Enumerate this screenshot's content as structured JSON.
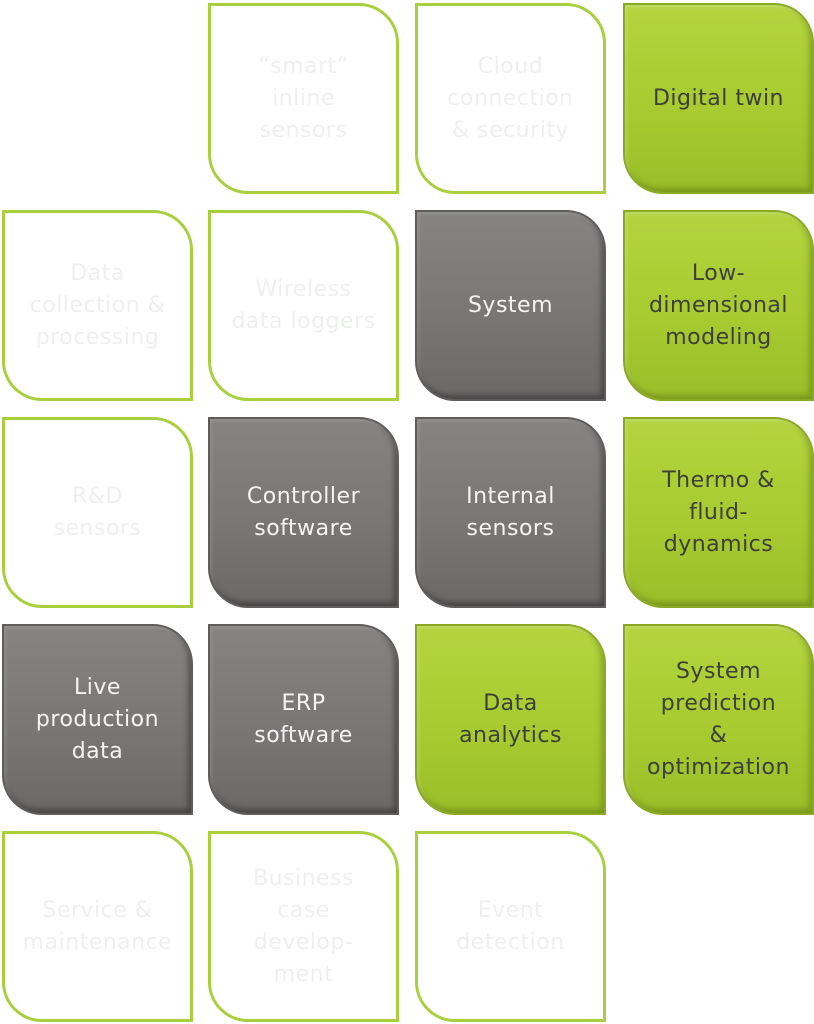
{
  "colors": {
    "accent_green": "#a8cf3e",
    "dark_gray": "#7a7777",
    "faint_text": "#eef0ee"
  },
  "tiles": [
    {
      "id": "smart-inline-sensors",
      "label": "“smart”\ninline\nsensors",
      "style": "outline"
    },
    {
      "id": "cloud-connection-security",
      "label": "Cloud\nconnection\n& security",
      "style": "outline"
    },
    {
      "id": "digital-twin",
      "label": "Digital twin",
      "style": "green"
    },
    {
      "id": "data-collection-processing",
      "label": "Data\ncollection &\nprocessing",
      "style": "outline"
    },
    {
      "id": "wireless-data-loggers",
      "label": "Wireless\ndata loggers",
      "style": "outline"
    },
    {
      "id": "system",
      "label": "System",
      "style": "gray"
    },
    {
      "id": "low-dimensional-modeling",
      "label": "Low-\ndimensional\nmodeling",
      "style": "green"
    },
    {
      "id": "rd-sensors",
      "label": "R&D\nsensors",
      "style": "outline"
    },
    {
      "id": "controller-software",
      "label": "Controller\nsoftware",
      "style": "gray"
    },
    {
      "id": "internal-sensors",
      "label": "Internal\nsensors",
      "style": "gray"
    },
    {
      "id": "thermo-fluid-dynamics",
      "label": "Thermo &\nfluid-\ndynamics",
      "style": "green"
    },
    {
      "id": "live-production-data",
      "label": "Live\nproduction\ndata",
      "style": "gray"
    },
    {
      "id": "erp-software",
      "label": "ERP\nsoftware",
      "style": "gray"
    },
    {
      "id": "data-analytics",
      "label": "Data\nanalytics",
      "style": "green"
    },
    {
      "id": "system-prediction-optimization",
      "label": "System\nprediction\n&\noptimization",
      "style": "green"
    },
    {
      "id": "service-maintenance",
      "label": "Service &\nmaintenance",
      "style": "outline"
    },
    {
      "id": "business-case-development",
      "label": "Business\ncase\ndevelop-\nment",
      "style": "outline"
    },
    {
      "id": "event-detection",
      "label": "Event\ndetection",
      "style": "outline"
    }
  ]
}
